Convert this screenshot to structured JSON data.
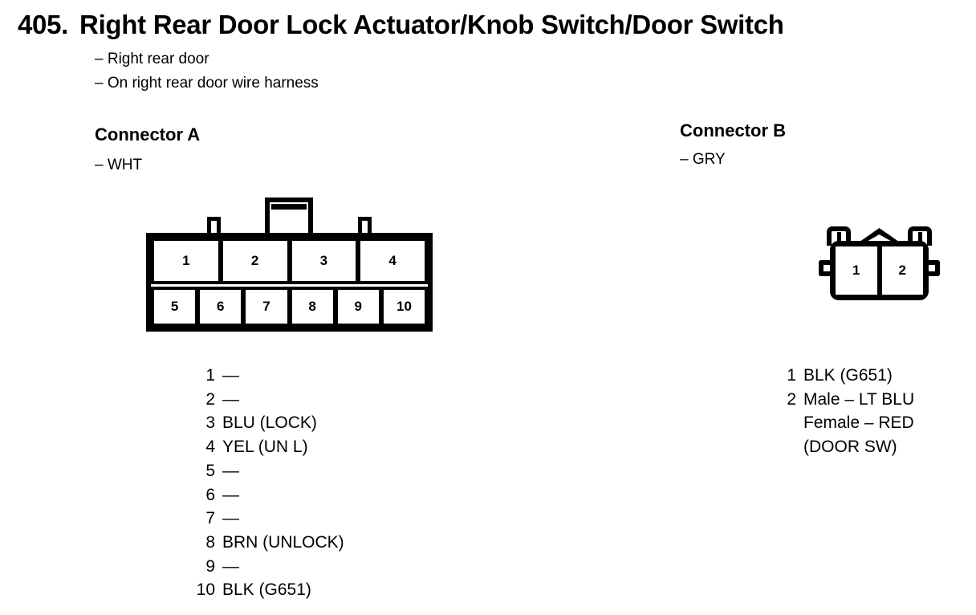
{
  "title": {
    "number": "405.",
    "text": "Right Rear Door Lock Actuator/Knob Switch/Door Switch"
  },
  "subnotes": [
    "– Right rear door",
    "– On right rear door wire harness"
  ],
  "connector_a": {
    "heading": "Connector A",
    "color": "– WHT",
    "top_row_pins": [
      "1",
      "2",
      "3",
      "4"
    ],
    "bottom_row_pins": [
      "5",
      "6",
      "7",
      "8",
      "9",
      "10"
    ],
    "pins": [
      {
        "num": "1",
        "value": "—"
      },
      {
        "num": "2",
        "value": "—"
      },
      {
        "num": "3",
        "value": "BLU (LOCK)"
      },
      {
        "num": "4",
        "value": "YEL (UN L)"
      },
      {
        "num": "5",
        "value": "—"
      },
      {
        "num": "6",
        "value": "—"
      },
      {
        "num": "7",
        "value": "—"
      },
      {
        "num": "8",
        "value": "BRN (UNLOCK)"
      },
      {
        "num": "9",
        "value": "—"
      },
      {
        "num": "10",
        "value": "BLK (G651)"
      }
    ]
  },
  "connector_b": {
    "heading": "Connector B",
    "color": "– GRY",
    "pins_in_drawing": [
      "1",
      "2"
    ],
    "pins": [
      {
        "num": "1",
        "value": "BLK (G651)",
        "sublines": []
      },
      {
        "num": "2",
        "value": "Male – LT BLU",
        "sublines": [
          "Female – RED",
          "(DOOR SW)"
        ]
      }
    ]
  },
  "colors": {
    "ink": "#000000",
    "paper": "#ffffff"
  }
}
